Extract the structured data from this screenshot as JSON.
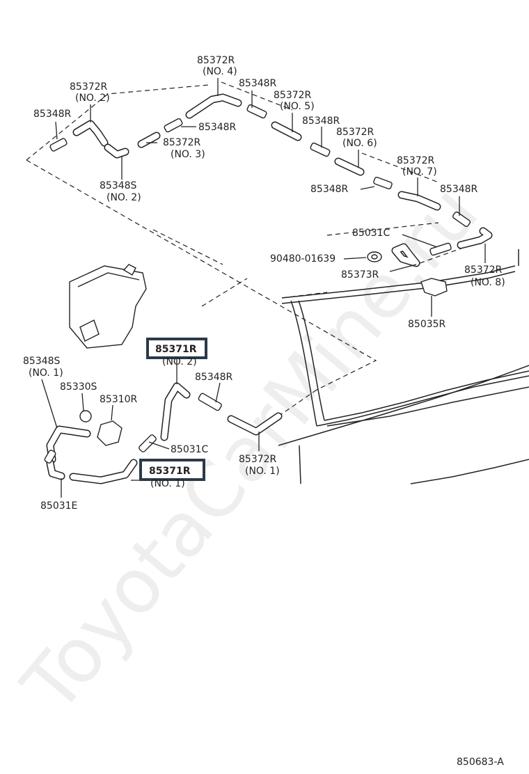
{
  "watermark": "ToyotaCarMine.ru",
  "figure_code": "850683-A",
  "highlight_color": "#2b3a4a",
  "labels": {
    "p85372R_no4_num": "85372R",
    "p85372R_no4_sub": "(NO. 4)",
    "p85372R_no2_num": "85372R",
    "p85372R_no2_sub": "(NO. 2)",
    "p85348R_a": "85348R",
    "p85348R_b": "85348R",
    "p85348R_c": "85348R",
    "p85348R_d": "85348R",
    "p85348R_e": "85348R",
    "p85348R_f": "85348R",
    "p85348R_g": "85348R",
    "p85372R_no5_num": "85372R",
    "p85372R_no5_sub": "(NO. 5)",
    "p85372R_no6_num": "85372R",
    "p85372R_no6_sub": "(NO. 6)",
    "p85372R_no3_num": "85372R",
    "p85372R_no3_sub": "(NO. 3)",
    "p85372R_no7_num": "85372R",
    "p85372R_no7_sub": "(NO. 7)",
    "p85348S_no2_num": "85348S",
    "p85348S_no2_sub": "(NO. 2)",
    "p85031C_a": "85031C",
    "p90480": "90480-01639",
    "p85373R": "85373R",
    "p85372R_no8_num": "85372R",
    "p85372R_no8_sub": "(NO. 8)",
    "p85035R": "85035R",
    "p85371R_no2_num": "85371R",
    "p85371R_no2_sub": "(NO. 2)",
    "p85348S_no1_num": "85348S",
    "p85348S_no1_sub": "(NO. 1)",
    "p85330S": "85330S",
    "p85310R": "85310R",
    "p85031C_b": "85031C",
    "p85372R_no1_num": "85372R",
    "p85372R_no1_sub": "(NO. 1)",
    "p85371R_no1_num": "85371R",
    "p85371R_no1_sub": "(NO. 1)",
    "p85031E": "85031E"
  }
}
